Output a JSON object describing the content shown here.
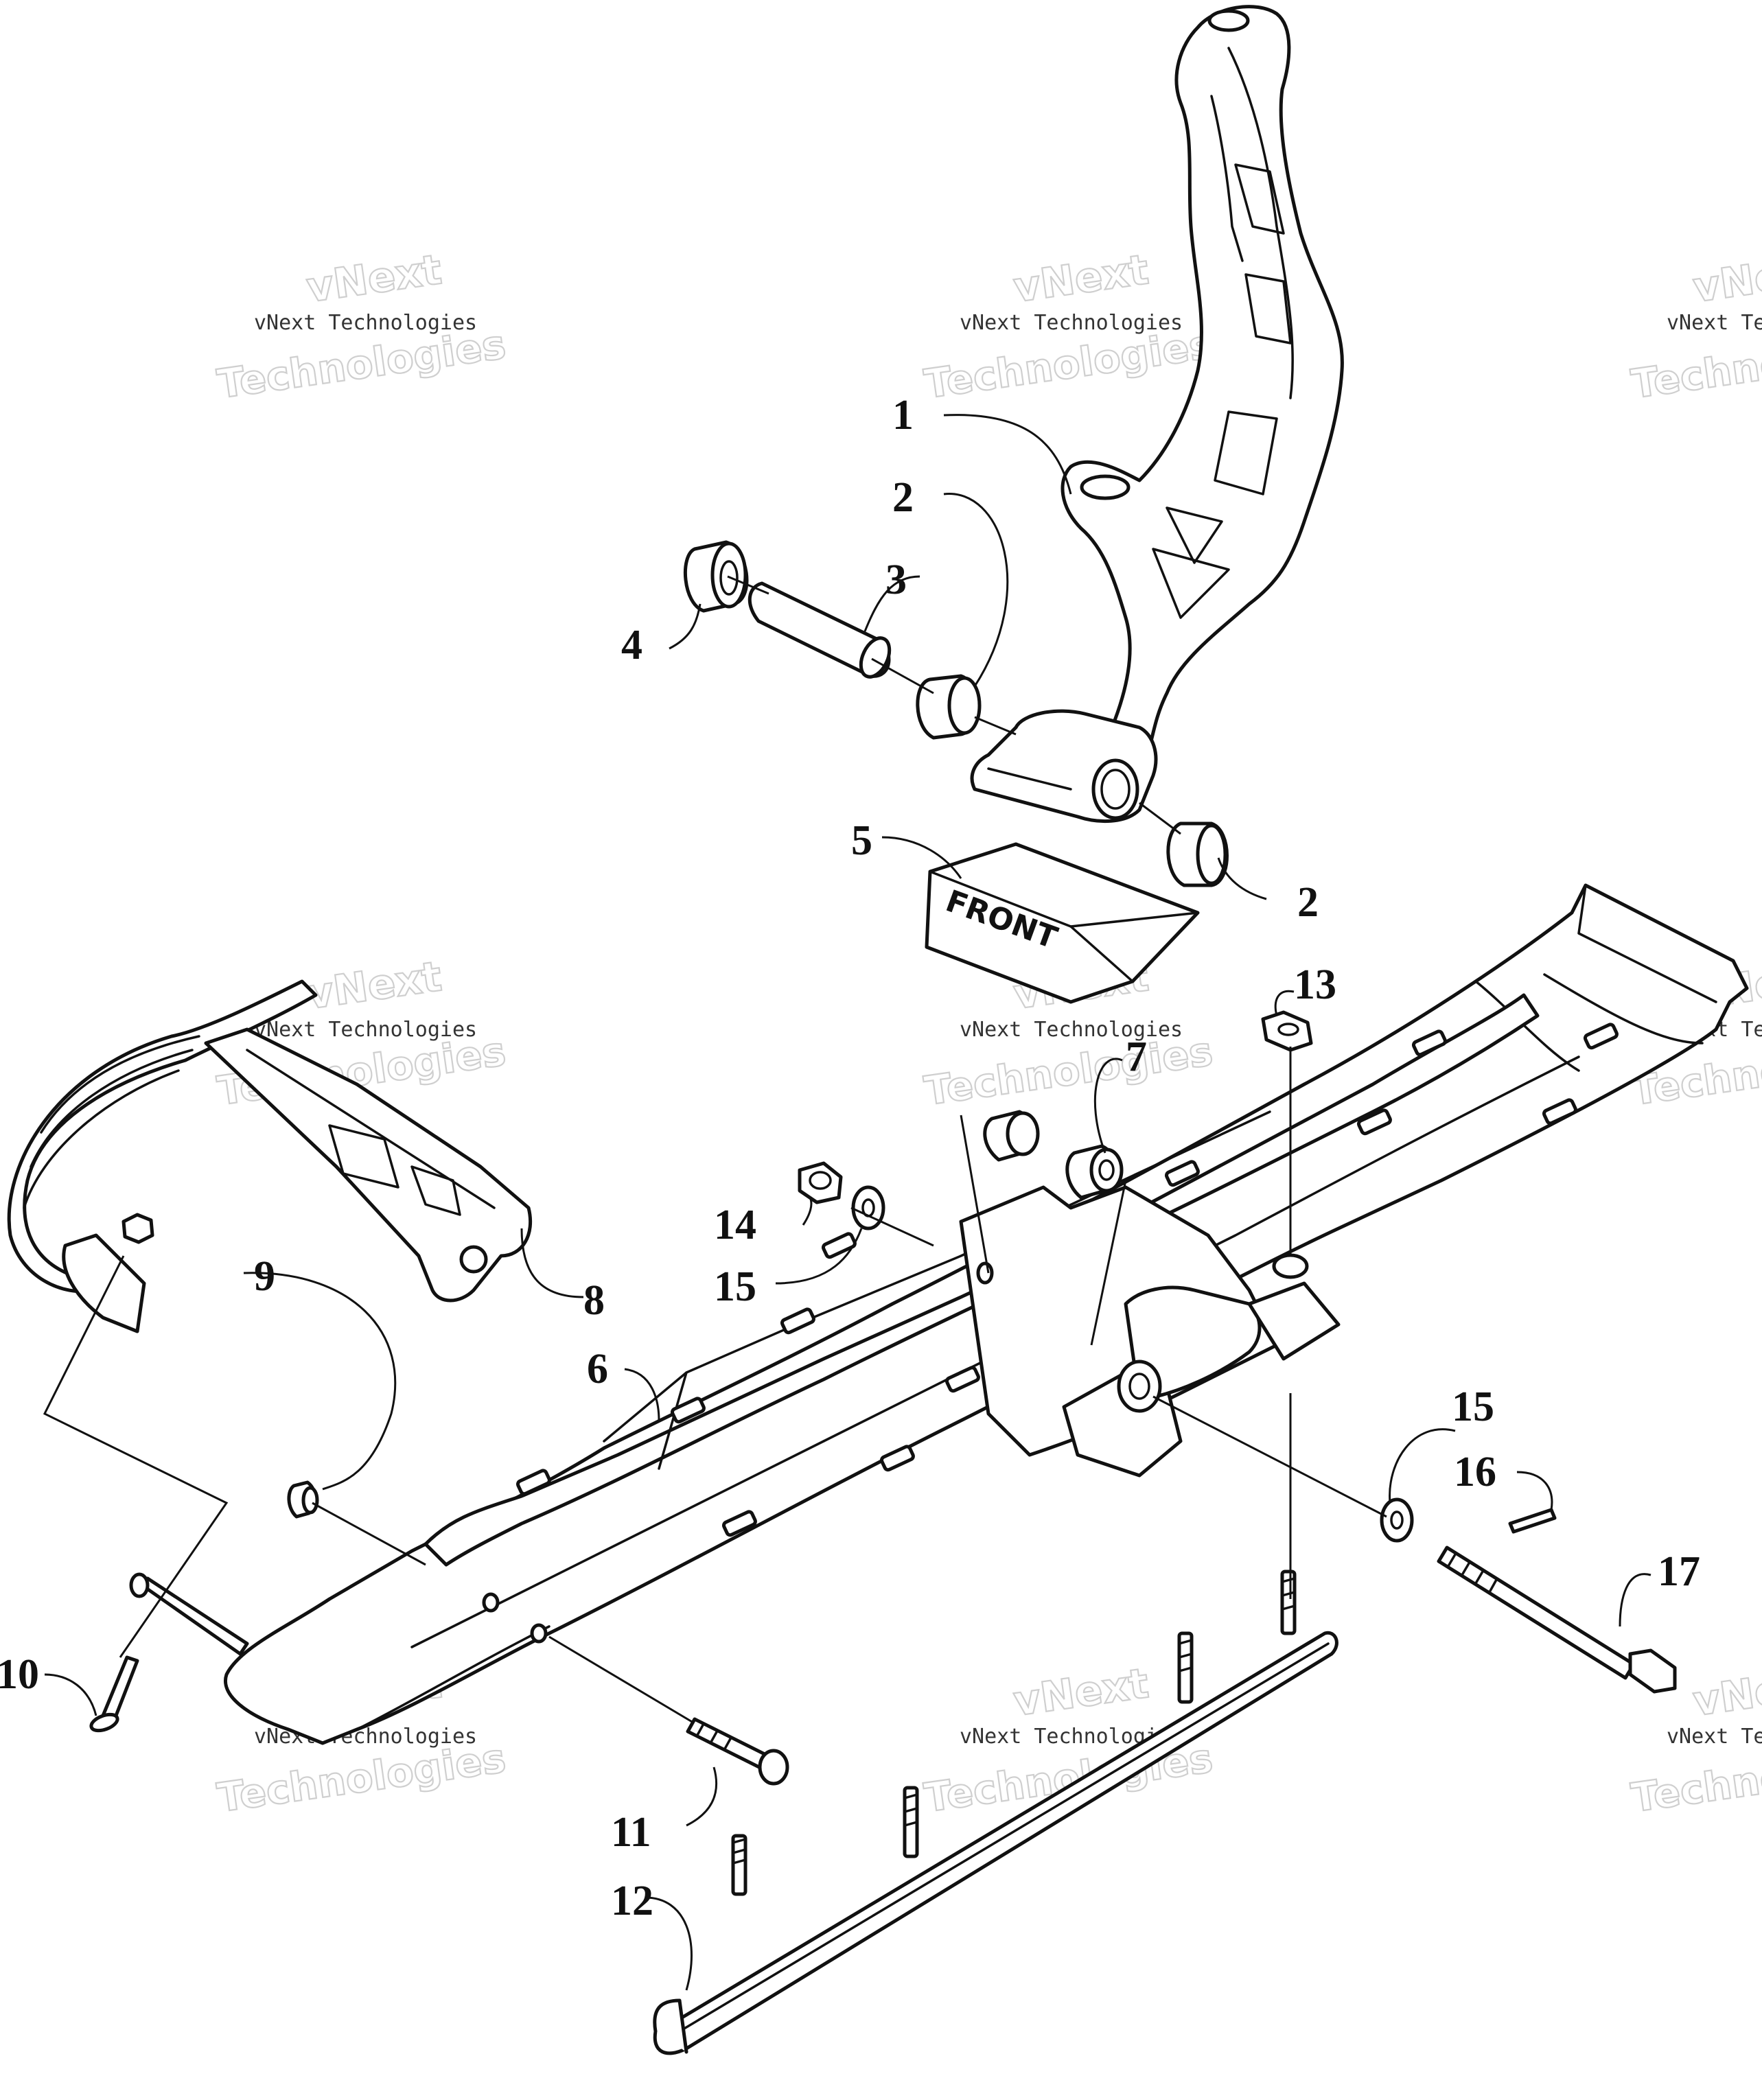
{
  "watermark": {
    "company": "vNext Technologies",
    "line1": "vNext",
    "line2": "Technologies"
  },
  "part_labels": {
    "front_text": "FRONT"
  },
  "callouts": [
    {
      "id": "c1",
      "label": "1"
    },
    {
      "id": "c2a",
      "label": "2"
    },
    {
      "id": "c2b",
      "label": "2"
    },
    {
      "id": "c3",
      "label": "3"
    },
    {
      "id": "c4",
      "label": "4"
    },
    {
      "id": "c5",
      "label": "5"
    },
    {
      "id": "c6",
      "label": "6"
    },
    {
      "id": "c7",
      "label": "7"
    },
    {
      "id": "c8",
      "label": "8"
    },
    {
      "id": "c9",
      "label": "9"
    },
    {
      "id": "c10",
      "label": "10"
    },
    {
      "id": "c11",
      "label": "11"
    },
    {
      "id": "c12",
      "label": "12"
    },
    {
      "id": "c13",
      "label": "13"
    },
    {
      "id": "c14",
      "label": "14"
    },
    {
      "id": "c15a",
      "label": "15"
    },
    {
      "id": "c15b",
      "label": "15"
    },
    {
      "id": "c16",
      "label": "16"
    },
    {
      "id": "c17",
      "label": "17"
    }
  ]
}
